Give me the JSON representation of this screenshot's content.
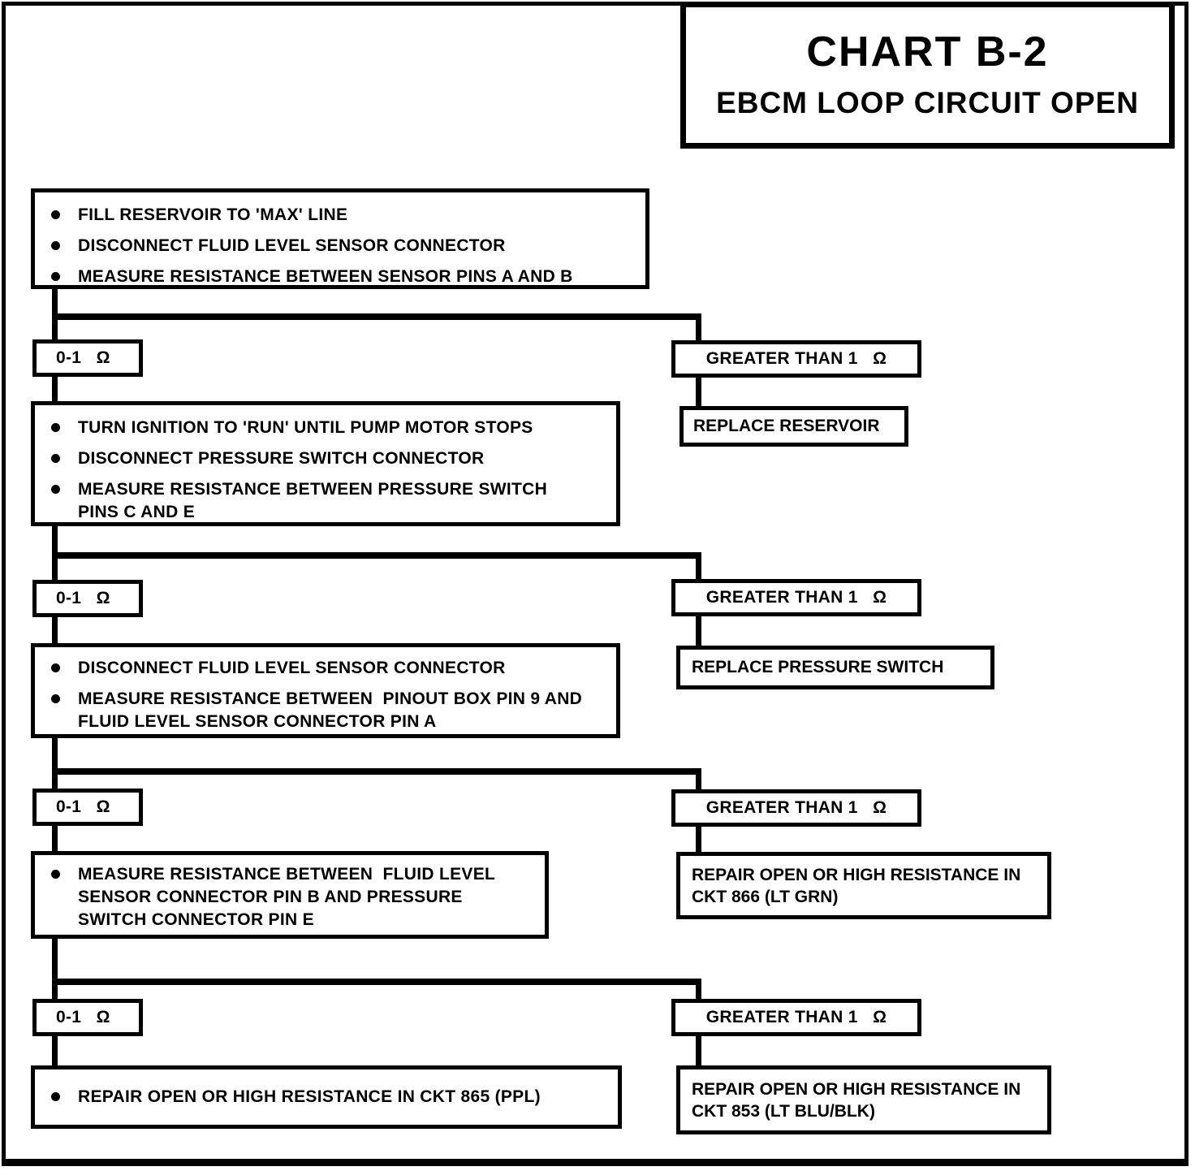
{
  "colors": {
    "ink": "#000000",
    "paper": "#ffffff"
  },
  "title": {
    "line1": "CHART B-2",
    "line2": "EBCM LOOP CIRCUIT OPEN"
  },
  "labels": {
    "low": "0-1   Ω",
    "high": "GREATER THAN 1   Ω"
  },
  "steps": {
    "s1": [
      "FILL RESERVOIR TO 'MAX' LINE",
      "DISCONNECT FLUID LEVEL SENSOR CONNECTOR",
      "MEASURE RESISTANCE BETWEEN SENSOR PINS A AND B"
    ],
    "s2": [
      "TURN IGNITION TO 'RUN' UNTIL PUMP MOTOR STOPS",
      "DISCONNECT PRESSURE SWITCH CONNECTOR",
      "MEASURE RESISTANCE BETWEEN PRESSURE SWITCH PINS C AND E"
    ],
    "s3": [
      "DISCONNECT FLUID LEVEL SENSOR CONNECTOR",
      "MEASURE RESISTANCE BETWEEN  PINOUT BOX PIN 9 AND FLUID LEVEL SENSOR CONNECTOR PIN A"
    ],
    "s4": [
      "MEASURE RESISTANCE BETWEEN  FLUID LEVEL SENSOR CONNECTOR PIN B AND PRESSURE SWITCH CONNECTOR PIN E"
    ],
    "s5": [
      "REPAIR OPEN OR HIGH RESISTANCE IN CKT 865 (PPL)"
    ]
  },
  "outcomes": {
    "reservoir": "REPLACE RESERVOIR",
    "pressure_switch": "REPLACE PRESSURE SWITCH",
    "ckt866": "REPAIR OPEN OR HIGH RESISTANCE IN CKT 866 (LT GRN)",
    "ckt853": "REPAIR OPEN OR HIGH RESISTANCE IN CKT 853 (LT BLU/BLK)"
  }
}
